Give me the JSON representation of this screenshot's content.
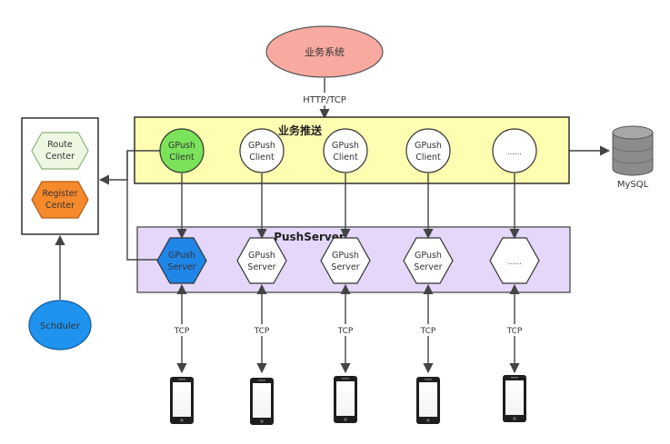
{
  "top_system": {
    "label": "业务系统"
  },
  "top_link": {
    "label": "HTTP/TCP"
  },
  "business_push": {
    "title": "业务推送",
    "clients": [
      {
        "line1": "GPush",
        "line2": "Client"
      },
      {
        "line1": "GPush",
        "line2": "Client"
      },
      {
        "line1": "GPush",
        "line2": "Client"
      },
      {
        "line1": "GPush",
        "line2": "Client"
      },
      {
        "line1": "……",
        "line2": ""
      }
    ]
  },
  "push_server": {
    "title": "PushServer",
    "servers": [
      {
        "line1": "GPush",
        "line2": "Server"
      },
      {
        "line1": "GPush",
        "line2": "Server"
      },
      {
        "line1": "GPush",
        "line2": "Server"
      },
      {
        "line1": "GPush",
        "line2": "Server"
      },
      {
        "line1": "……",
        "line2": ""
      }
    ]
  },
  "registry": {
    "route": {
      "line1": "Route",
      "line2": "Center"
    },
    "register": {
      "line1": "Register",
      "line2": "Center"
    }
  },
  "scheduler": {
    "label": "Schduler"
  },
  "database": {
    "label": "MySQL"
  },
  "device_links": [
    "TCP",
    "TCP",
    "TCP",
    "TCP",
    "TCP"
  ],
  "colors": {
    "top_system": "#f8a9a0",
    "business_panel": "#fffdb0",
    "server_panel": "#e4d7fa",
    "client_active": "#7ae35a",
    "server_active": "#1f86e8",
    "route_center": "#eef7e2",
    "register_center": "#f6892c",
    "scheduler": "#1f93ee",
    "database": "#8c8c8c"
  }
}
